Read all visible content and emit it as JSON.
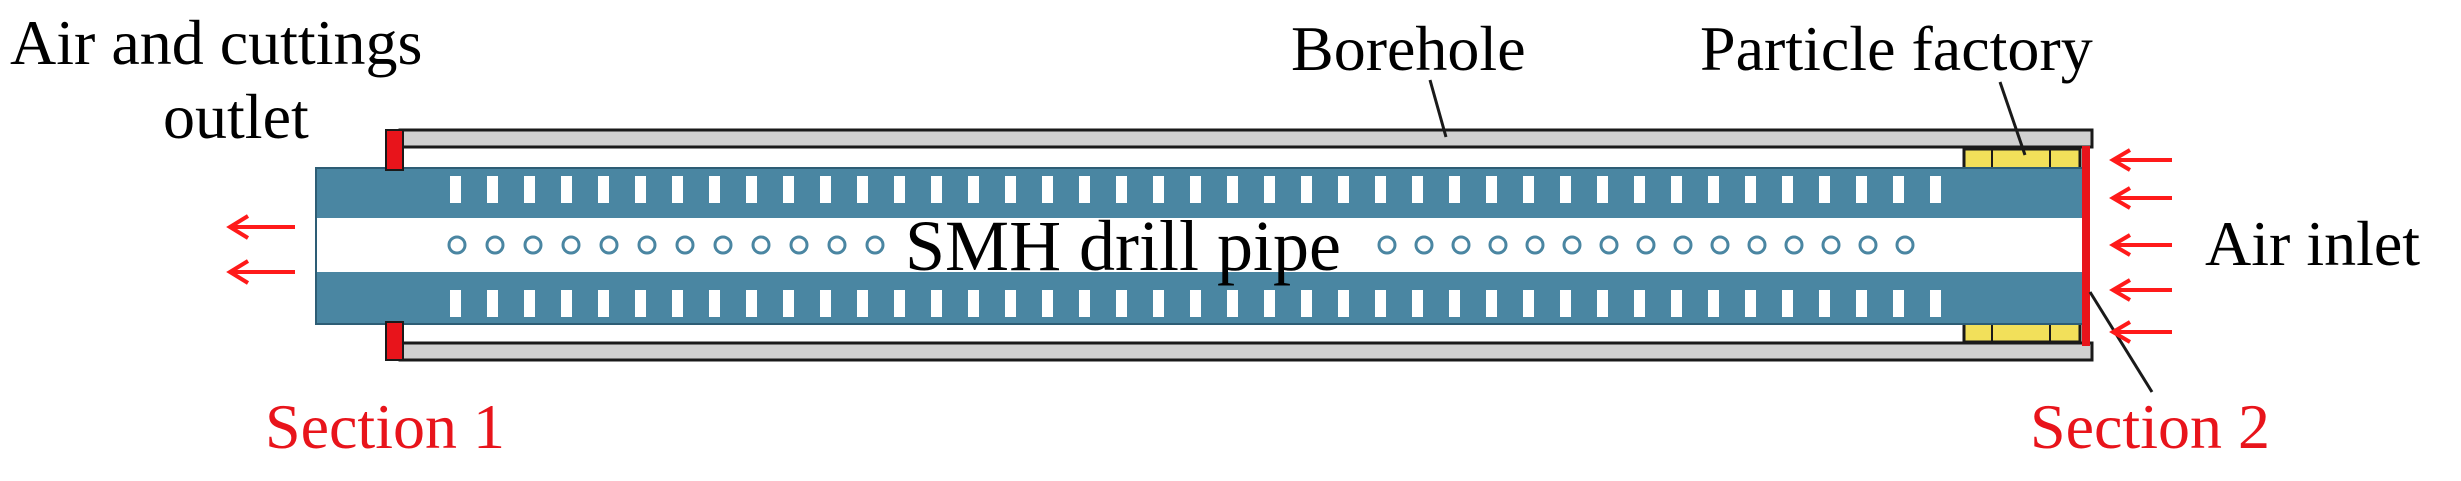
{
  "labels": {
    "outlet_line1": "Air and cuttings",
    "outlet_line2": "outlet",
    "borehole": "Borehole",
    "particle_factory": "Particle factory",
    "air_inlet": "Air inlet",
    "pipe_name": "SMH drill pipe",
    "section1": "Section 1",
    "section2": "Section 2"
  },
  "colors": {
    "pipe": "#4a86a2",
    "borehole_wall": "#d0d0d0",
    "outline": "#1a1a1a",
    "section_marker": "#e8141b",
    "particle_factory": "#f2e05a",
    "arrow": "#ff1a1a"
  },
  "icons": {
    "left_arrows": "arrow-left-icon",
    "right_arrows": "arrow-left-icon"
  }
}
